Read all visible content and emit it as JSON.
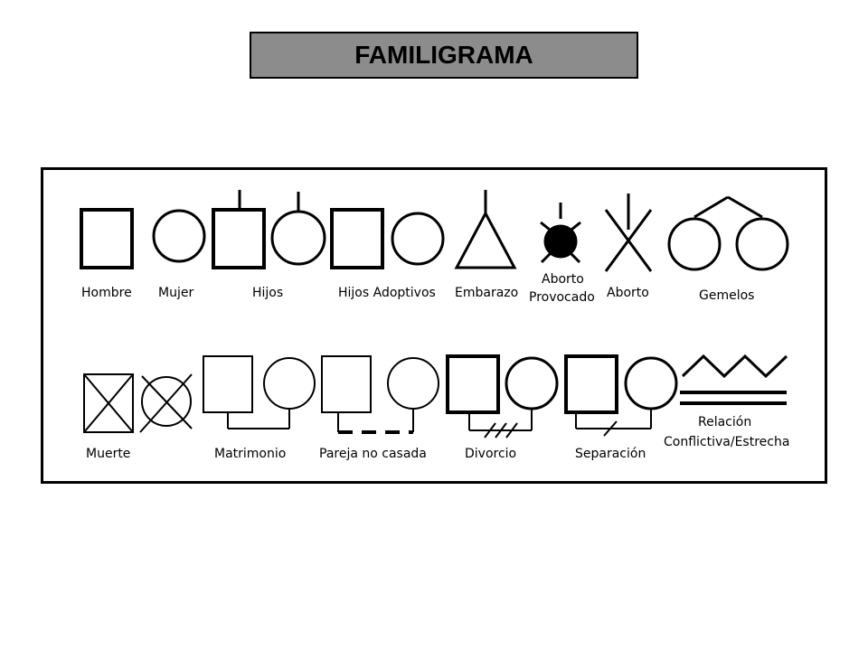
{
  "title": "FAMILIGRAMA",
  "labels": {
    "hombre": "Hombre",
    "mujer": "Mujer",
    "hijos": "Hijos",
    "hijos_adoptivos": "Hijos Adoptivos",
    "embarazo": "Embarazo",
    "aborto_provocado_1": "Aborto",
    "aborto_provocado_2": "Provocado",
    "aborto": "Aborto",
    "gemelos": "Gemelos",
    "muerte": "Muerte",
    "matrimonio": "Matrimonio",
    "pareja_no_casada": "Pareja no casada",
    "divorcio": "Divorcio",
    "separacion": "Separación",
    "relacion_1": "Relación",
    "relacion_2": "Conflictiva/Estrecha"
  }
}
